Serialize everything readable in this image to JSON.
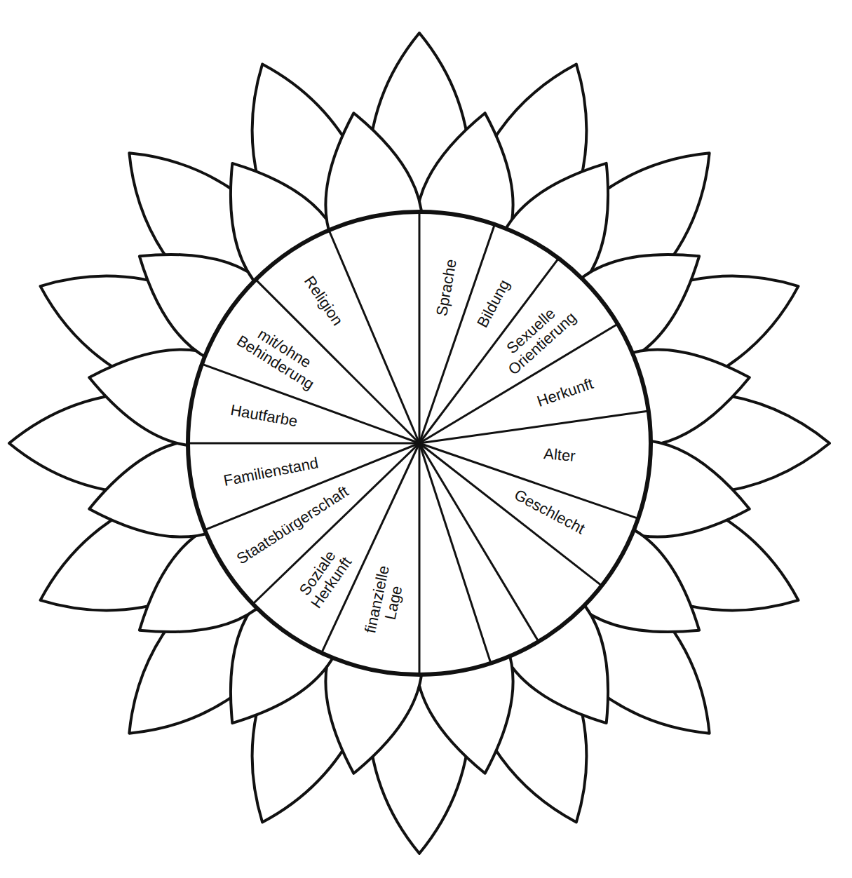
{
  "diagram": {
    "labels": [
      "Religion",
      "Sprache",
      "Bildung",
      "mit/ohne Behinderung",
      "Sexuelle Orientierung",
      "Hautfarbe",
      "Herkunft",
      "Alter",
      "Familienstand",
      "Geschlecht",
      "Staatsbürgerschaft",
      "Soziale Herkunft",
      "finanzielle Lage"
    ]
  }
}
